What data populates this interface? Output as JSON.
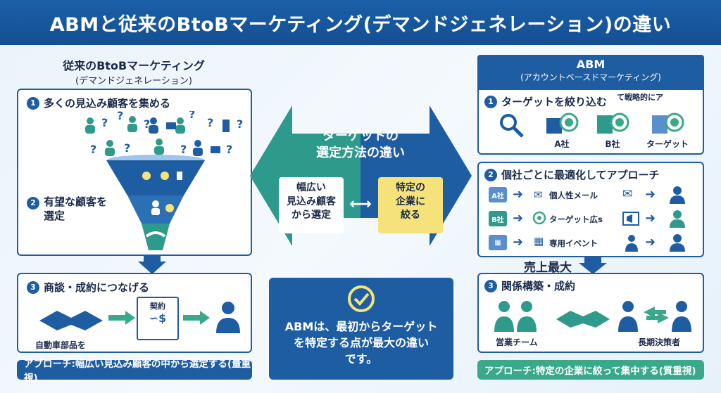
{
  "title": "ABMと従来のBtoBマーケティング(デマンドジェネレーション)の違い",
  "left": {
    "heading_line1": "従来のBtoBマーケティング",
    "heading_line2": "(デマンドジェネレーション)",
    "step1": {
      "num": "1",
      "label": "多くの見込み顧客を集める"
    },
    "step2": {
      "num": "2",
      "label_line1": "有望な顧客を",
      "label_line2": "選定"
    },
    "step3": {
      "num": "3",
      "label": "商談・成約につなげる",
      "contract_label": "契約",
      "caption": "自動車部品を"
    },
    "approach": "アプローチ:幅広い見込み顧客の中から選定する(量重視)"
  },
  "center": {
    "arrow_title_line1": "ターゲットの",
    "arrow_title_line2": "選定方法の違い",
    "left_box": [
      "幅広い",
      "見込み顧客",
      "から選定"
    ],
    "right_box": [
      "特定の",
      "企業に",
      "絞る"
    ],
    "summary_line1": "ABMは、最初からターゲット",
    "summary_line2": "を特定する点が最大の違い",
    "summary_line3": "です。"
  },
  "right": {
    "heading_line1": "ABM",
    "heading_line2": "(アカウントベースドマーケティング)",
    "step1": {
      "num": "1",
      "label": "ターゲットを絞り込む",
      "note": "て戦略的にア",
      "companies": [
        "A社",
        "B社",
        "ターゲット"
      ]
    },
    "step2": {
      "num": "2",
      "label": "個社ごとに最適化してアプローチ",
      "rows": [
        {
          "company": "A社",
          "channel": "個人性メール"
        },
        {
          "company": "B社",
          "channel": "ターゲット広s"
        },
        {
          "company": "",
          "channel": "専用イベント"
        }
      ]
    },
    "overlay_label": "売上最大",
    "step3": {
      "num": "3",
      "label": "関係構築・成約",
      "team_label": "営業チーム",
      "decision_label": "長期決策者"
    },
    "approach": "アプローチ:特定の企業に絞って集中する(質重視)"
  },
  "colors": {
    "navy": "#1f5da3",
    "dark_navy": "#154f92",
    "teal": "#2e9a8c",
    "green": "#3aa88a",
    "yellow": "#f5e27a",
    "lightblue": "#5a8fcf"
  }
}
